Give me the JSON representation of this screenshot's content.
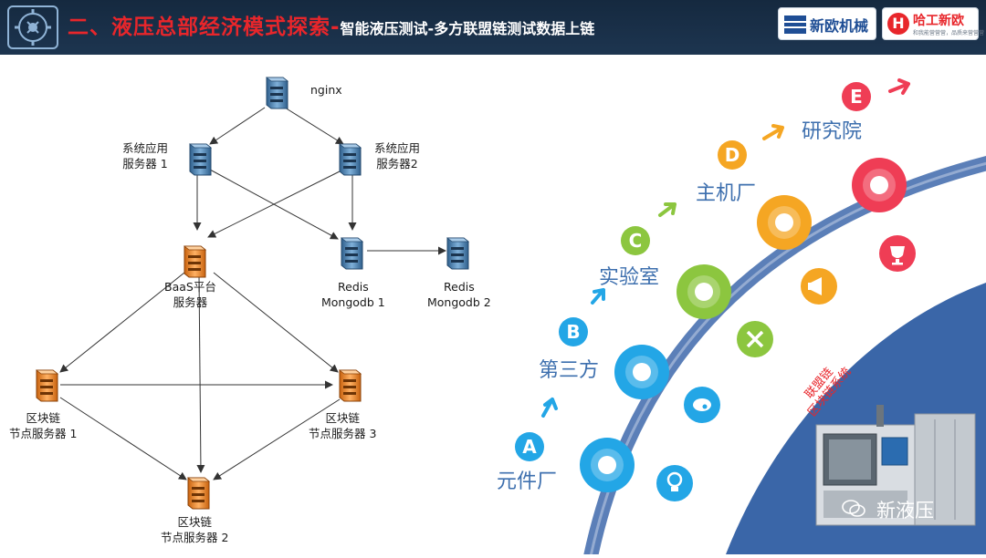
{
  "header": {
    "title_main": "二、液压总部经济模式探索-",
    "title_sub": "智能液压测试-多方联盟链测试数据上链",
    "brand1": "新欧机械",
    "brand2": "哈工新欧",
    "brand2_tagline": "和我能营营营，品质来营营营"
  },
  "diagram": {
    "nodes": {
      "nginx": "nginx",
      "app1_l1": "系统应用",
      "app1_l2": "服务器 1",
      "app2_l1": "系统应用",
      "app2_l2": "服务器2",
      "baas_l1": "BaaS平台",
      "baas_l2": "服务器",
      "redis1_l1": "Redis",
      "redis1_l2": "Mongodb 1",
      "redis2_l1": "Redis",
      "redis2_l2": "Mongodb 2",
      "bc1_l1": "区块链",
      "bc1_l2": "节点服务器 1",
      "bc2_l1": "区块链",
      "bc2_l2": "节点服务器 2",
      "bc3_l1": "区块链",
      "bc3_l2": "节点服务器 3"
    },
    "colors": {
      "server_blue": "#4a7fad",
      "server_orange": "#f08a24",
      "arrow": "#333333"
    }
  },
  "roadmap": {
    "stages": [
      {
        "letter": "A",
        "name": "元件厂",
        "color": "#23a6e6"
      },
      {
        "letter": "B",
        "name": "第三方",
        "color": "#23a6e6"
      },
      {
        "letter": "C",
        "name": "实验室",
        "color": "#8cc63f"
      },
      {
        "letter": "D",
        "name": "主机厂",
        "color": "#f5a623"
      },
      {
        "letter": "E",
        "name": "研究院",
        "color": "#ef3d55"
      }
    ],
    "alliance_label_l1": "联盟链",
    "alliance_label_l2": "区块链系统",
    "watermark": "新液压",
    "icons": [
      "lightbulb-icon",
      "palette-icon",
      "tools-icon",
      "megaphone-icon",
      "trophy-icon"
    ],
    "colors": {
      "arc": "#5b7fb8",
      "blue_panel": "#3a66a8"
    }
  }
}
